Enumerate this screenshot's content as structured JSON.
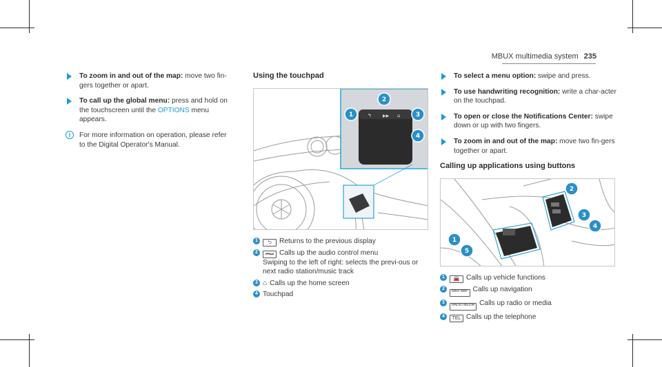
{
  "header": {
    "title": "MBUX multimedia system",
    "page_number": "235"
  },
  "col1": {
    "bullets": [
      {
        "title": "To zoom in and out of the map:",
        "text": " move two fin-gers together or apart."
      },
      {
        "title": "To call up the global menu:",
        "text_before": " press and hold on the touchscreen until the ",
        "highlight": "OPTIONS",
        "text_after": " menu appears."
      }
    ],
    "note": "For more information on operation, please refer to the Digital Operator's Manual."
  },
  "col2": {
    "heading": "Using the touchpad",
    "callouts": [
      "1",
      "2",
      "3",
      "4"
    ],
    "legend": [
      {
        "num": "1",
        "icon": "back-arrow-icon",
        "text": "Returns to the previous display"
      },
      {
        "num": "2",
        "icon": "skip-icon",
        "text": "Calls up the audio control menu",
        "subtext": "Swiping to the left of right: selects the previ-ous or next radio station/music track"
      },
      {
        "num": "3",
        "icon": "home-icon",
        "text": "Calls up the home screen"
      },
      {
        "num": "4",
        "icon": "",
        "text": "Touchpad"
      }
    ]
  },
  "col3": {
    "bullets": [
      {
        "title": "To select a menu option:",
        "text": " swipe and press."
      },
      {
        "title": "To use handwriting recognition:",
        "text": " write a char-acter on the touchpad."
      },
      {
        "title": "To open or close the Notifications Center:",
        "text": " swipe down or up with two fingers."
      },
      {
        "title": "To zoom in and out of the map:",
        "text": " move two fin-gers together or apart."
      }
    ],
    "heading": "Calling up applications using buttons",
    "callouts": [
      "1",
      "2",
      "3",
      "4",
      "5"
    ],
    "legend": [
      {
        "num": "1",
        "key": "car-icon",
        "text": "Calls up vehicle functions"
      },
      {
        "num": "2",
        "key": "NAVI MAP",
        "text": "Calls up navigation"
      },
      {
        "num": "3",
        "key": "RADIO MEDIA",
        "text": "Calls up radio or media"
      },
      {
        "num": "4",
        "key": "TEL",
        "text": "Calls up the telephone"
      }
    ]
  },
  "colors": {
    "accent": "#1a9bd6",
    "callout": "#2b8fc7",
    "panel_frame": "#2aa5d8"
  }
}
